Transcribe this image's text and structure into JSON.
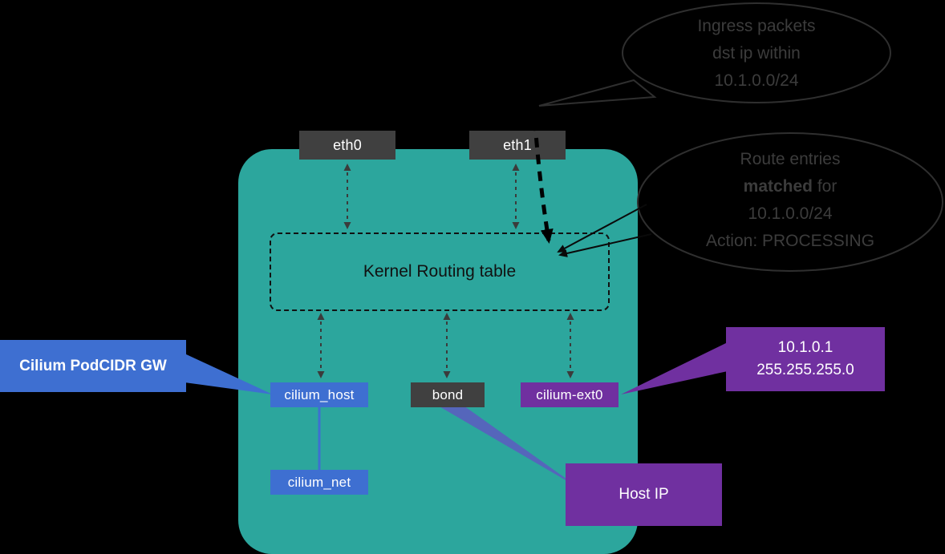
{
  "interfaces": {
    "eth0": "eth0",
    "eth1": "eth1"
  },
  "routing_table": {
    "label": "Kernel Routing table"
  },
  "devices": {
    "cilium_host": "cilium_host",
    "bond": "bond",
    "cilium_ext0": "cilium-ext0",
    "cilium_net": "cilium_net"
  },
  "callouts": {
    "podcidr_gw": "Cilium PodCIDR GW",
    "ext0_ip_line1": "10.1.0.1",
    "ext0_ip_line2": "255.255.255.0",
    "host_ip": "Host IP"
  },
  "bubbles": {
    "ingress": {
      "line1": "Ingress packets",
      "line2": "dst ip within",
      "line3": "10.1.0.0/24"
    },
    "route": {
      "line1": "Route entries",
      "line2_bold": "matched",
      "line2_rest": "for",
      "line3": "10.1.0.0/24",
      "line4": "Action: PROCESSING"
    }
  },
  "colors": {
    "background": "#000000",
    "host_fill": "#2CA69D",
    "interface_box": "#404040",
    "cilium_blue": "#3E6FD1",
    "purple": "#7030A0",
    "host_ip_pointer": "#5566BB",
    "dashed_arrow": "#3b3b3b"
  }
}
